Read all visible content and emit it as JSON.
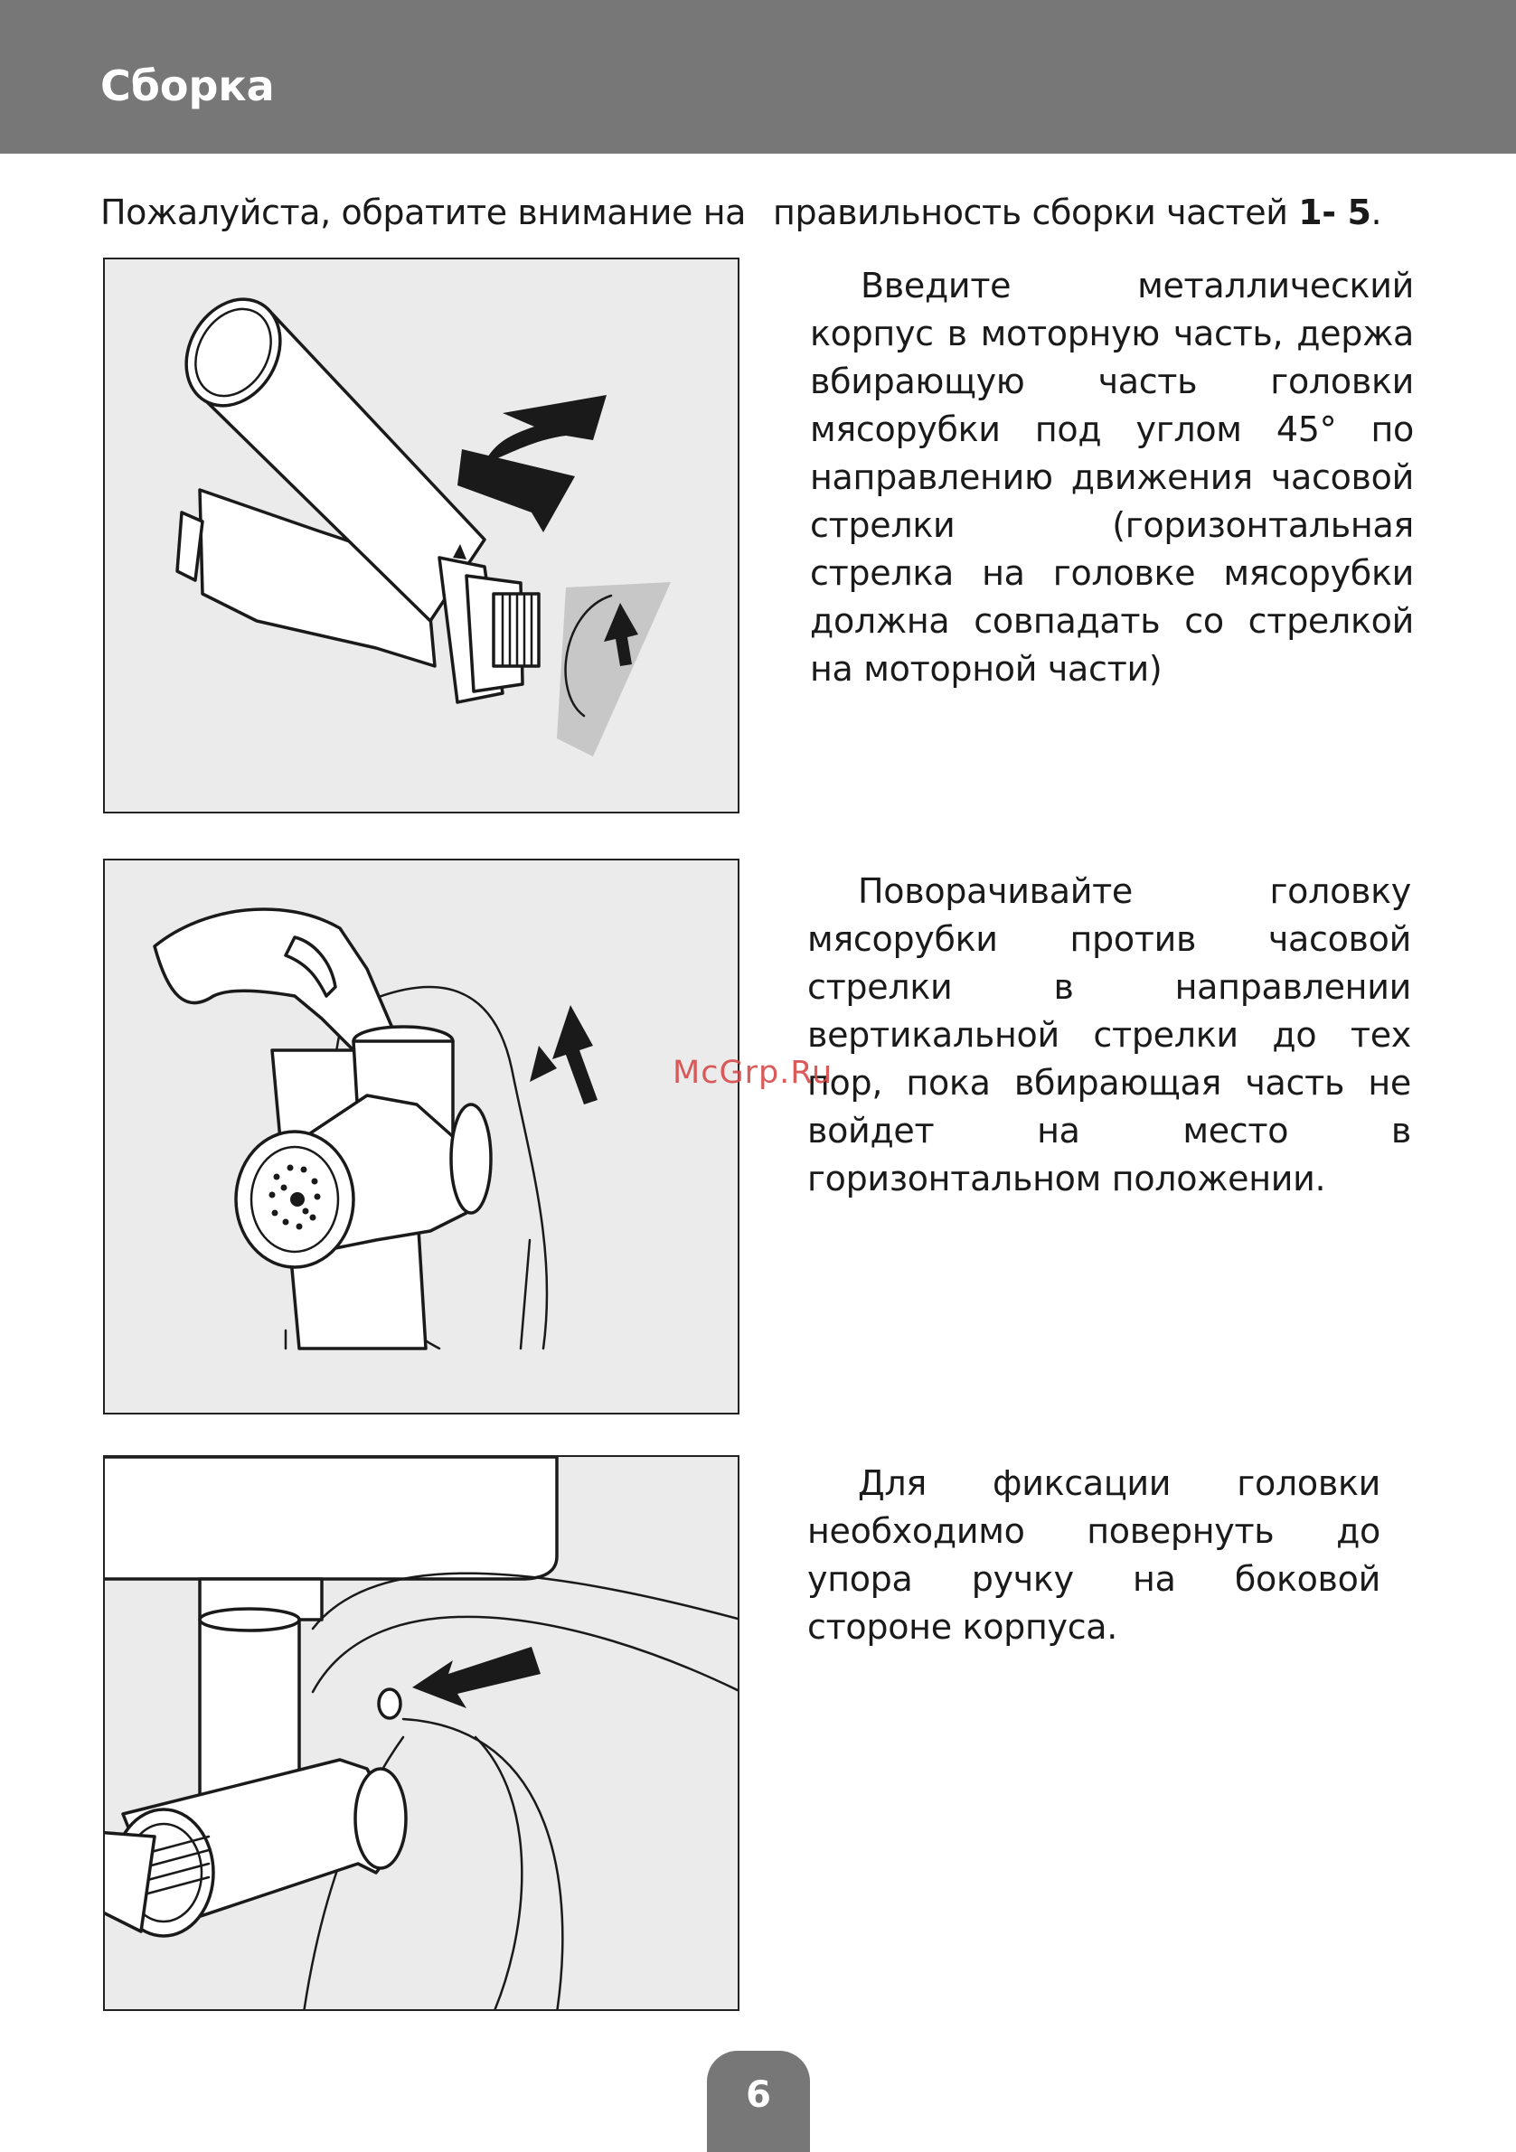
{
  "header": {
    "title": "Сборка"
  },
  "intro": {
    "text_before": "Пожалуйста, обратите внимание на",
    "text_after": "правильность сборки частей",
    "parts": "1- 5",
    "period": "."
  },
  "steps": [
    {
      "text": "Введите металлический корпус в моторную часть, держа вбирающую часть головки мясорубки под углом 45° по направлению движения часовой стрелки (горизонтальная стрелка на головке мясорубки должна совпадать со стрелкой на моторной части)"
    },
    {
      "text": "Поворачивайте головку мясорубки против часовой стрелки в направлении вертикальной стрелки до тех пор, пока вбирающая часть не войдет на место в горизонтальном положении."
    },
    {
      "text": "Для фиксации головки необходимо повернуть до упора ручку на боковой стороне корпуса."
    }
  ],
  "watermark": "McGrp.Ru",
  "page_number": "6",
  "colors": {
    "header_bg": "#777777",
    "panel_bg": "#ebebeb",
    "watermark": "#d84a4a"
  }
}
